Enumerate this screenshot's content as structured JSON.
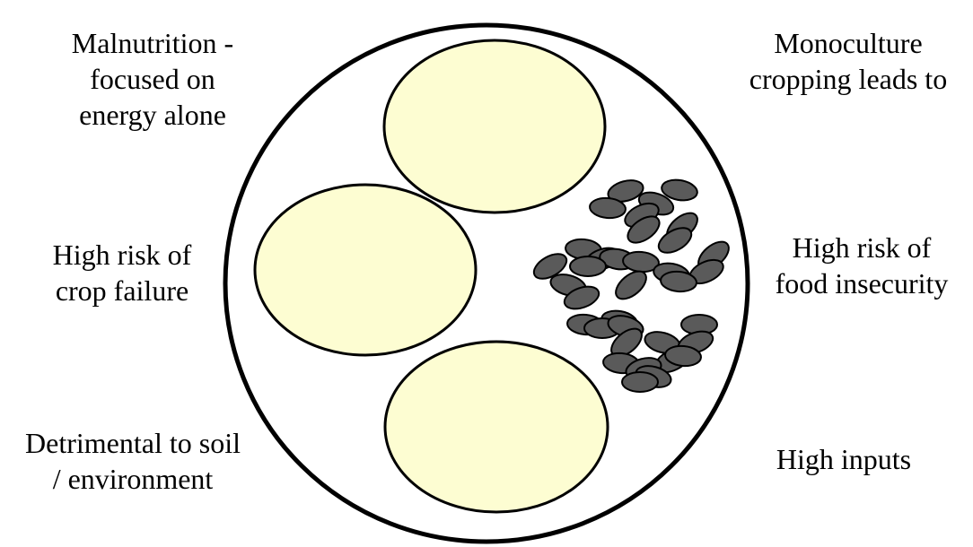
{
  "colors": {
    "plate_fill": "#ffffff",
    "plate_stroke": "#000000",
    "grain_fill": "#fdfdd2",
    "seed_fill": "#5a5a5a",
    "seed_stroke": "#000000",
    "text": "#000000"
  },
  "labels": {
    "top_left": [
      "Malnutrition -",
      "focused on",
      "energy alone"
    ],
    "top_right": [
      "Monoculture",
      "cropping leads to"
    ],
    "middle_left": [
      "High risk of",
      "crop failure"
    ],
    "middle_right": [
      "High risk of",
      "food insecurity"
    ],
    "bottom_left": [
      "Detrimental to soil",
      "/ environment"
    ],
    "bottom_right": [
      "High inputs"
    ]
  }
}
